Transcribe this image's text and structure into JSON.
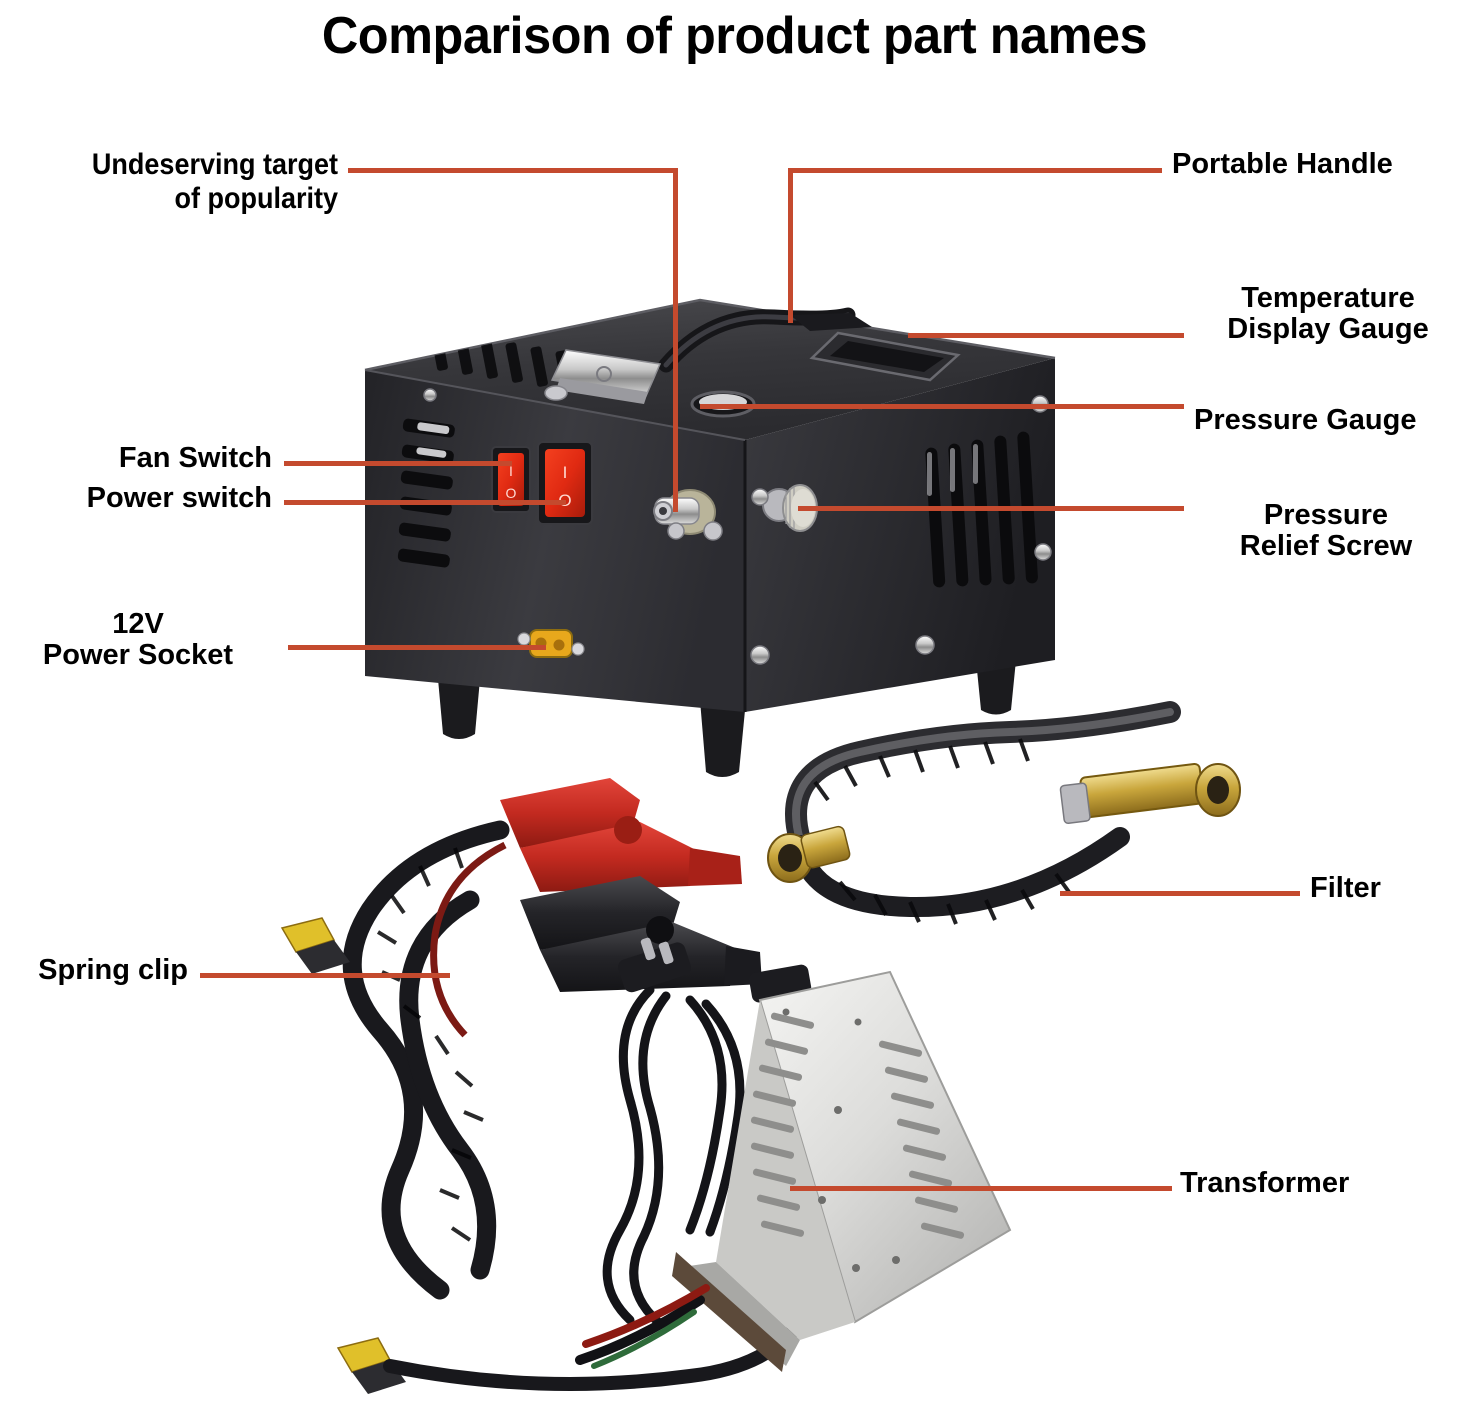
{
  "title": "Comparison of product part names",
  "accent_color": "#c44a2e",
  "labels": {
    "undeserving": "Undeserving target\nof popularity",
    "portable_handle": "Portable Handle",
    "temperature_display_gauge": "Temperature\nDisplay Gauge",
    "pressure_gauge": "Pressure Gauge",
    "pressure_relief_screw": "Pressure\nRelief Screw",
    "fan_switch": "Fan Switch",
    "power_switch": "Power switch",
    "power_socket": "12V\nPower Socket",
    "spring_clip": "Spring clip",
    "filter": "Filter",
    "transformer": "Transformer"
  },
  "switch_markings": {
    "on": "I",
    "off": "O"
  },
  "parts": [
    {
      "name": "Undeserving target of popularity",
      "side": "left"
    },
    {
      "name": "Fan Switch",
      "side": "left"
    },
    {
      "name": "Power switch",
      "side": "left"
    },
    {
      "name": "12V Power Socket",
      "side": "left"
    },
    {
      "name": "Spring clip",
      "side": "left"
    },
    {
      "name": "Portable Handle",
      "side": "right"
    },
    {
      "name": "Temperature Display Gauge",
      "side": "right"
    },
    {
      "name": "Pressure Gauge",
      "side": "right"
    },
    {
      "name": "Pressure Relief Screw",
      "side": "right"
    },
    {
      "name": "Filter",
      "side": "right"
    },
    {
      "name": "Transformer",
      "side": "right"
    }
  ]
}
